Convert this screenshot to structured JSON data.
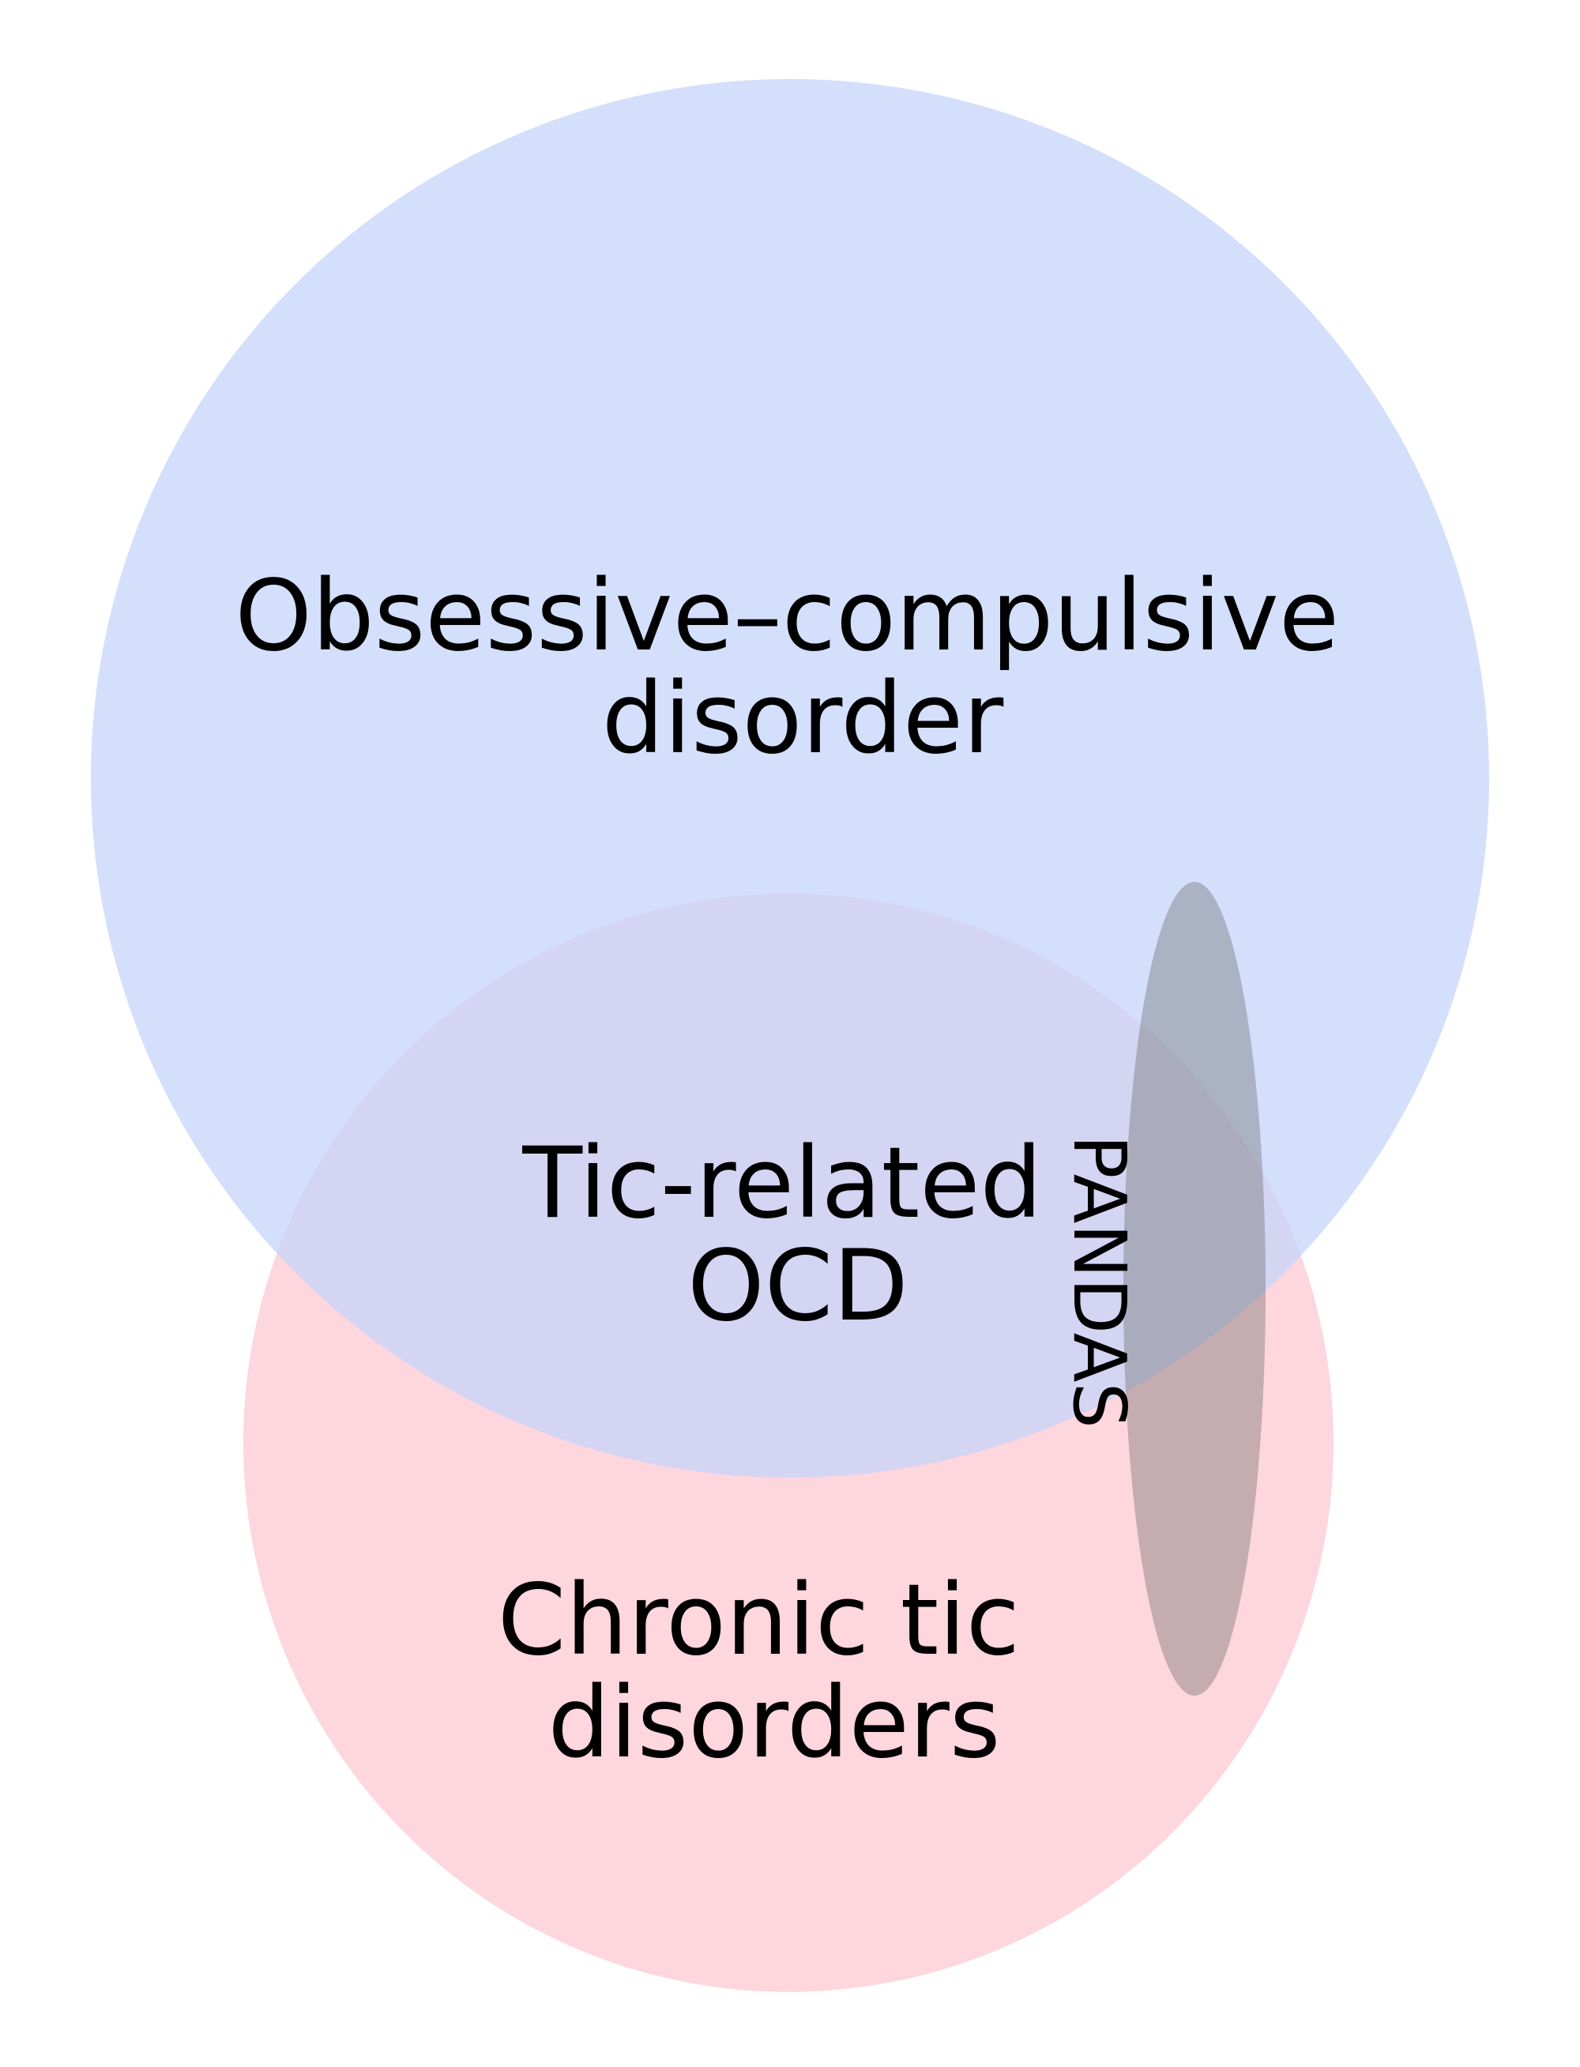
{
  "diagram": {
    "type": "venn",
    "sets": [
      {
        "id": "ocd",
        "label_lines": [
          "Obsessive–compulsive",
          "disorder"
        ],
        "color": "#d6e0fc"
      },
      {
        "id": "tic",
        "label_lines": [
          "Chronic tic",
          "disorders"
        ],
        "color": "#fdd6de"
      },
      {
        "id": "pandas",
        "label": "PANDAS",
        "color": "#8a8a8a"
      }
    ],
    "overlap": {
      "label_lines": [
        "Tic-related",
        "OCD"
      ],
      "color": "#dcbcdc"
    }
  }
}
